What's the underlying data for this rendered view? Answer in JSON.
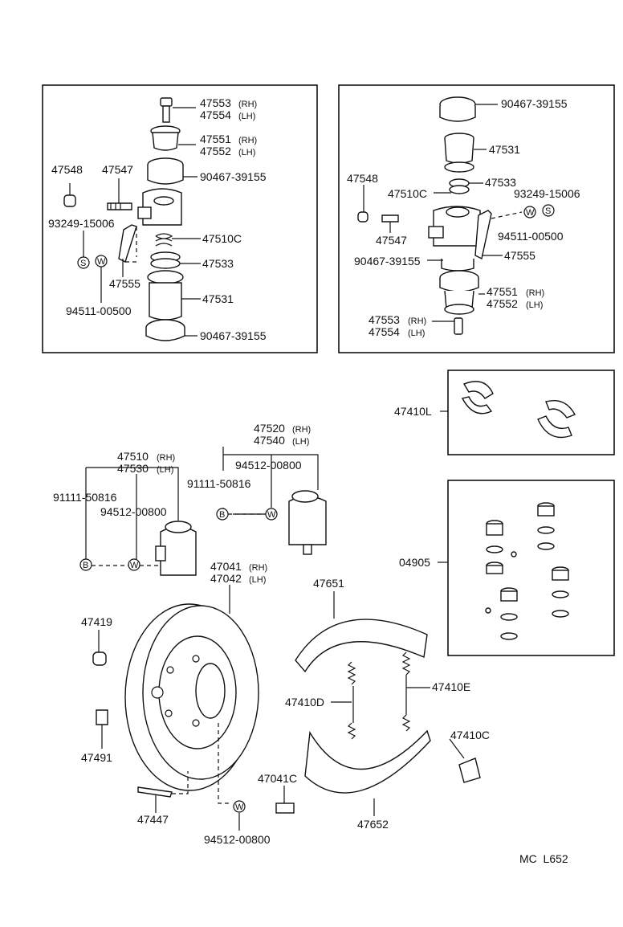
{
  "diagram_id": "MC  L652",
  "upper_left": {
    "p47553": "47553",
    "p47553_side": "(RH)",
    "p47554": "47554",
    "p47554_side": "(LH)",
    "p47551": "47551",
    "p47551_side": "(RH)",
    "p47552": "47552",
    "p47552_side": "(LH)",
    "p47548": "47548",
    "p47547": "47547",
    "p90467_top": "90467-39155",
    "p93249": "93249-15006",
    "s_symbol": "S",
    "w_symbol": "W",
    "p47510C": "47510C",
    "p47533": "47533",
    "p47555": "47555",
    "p94511": "94511-00500",
    "p47531": "47531",
    "p90467_bottom": "90467-39155"
  },
  "upper_right": {
    "p90467_top": "90467-39155",
    "p47531": "47531",
    "p47548": "47548",
    "p47533": "47533",
    "p47510C": "47510C",
    "p93249": "93249-15006",
    "w_symbol": "W",
    "s_symbol": "S",
    "p47547": "47547",
    "p94511": "94511-00500",
    "p90467_mid": "90467-39155",
    "p47555": "47555",
    "p47551": "47551",
    "p47551_side": "(RH)",
    "p47552": "47552",
    "p47552_side": "(LH)",
    "p47553": "47553",
    "p47553_side": "(RH)",
    "p47554": "47554",
    "p47554_side": "(LH)"
  },
  "kits": {
    "p47410L": "47410L",
    "p04905": "04905"
  },
  "lower": {
    "p47520": "47520",
    "p47520_side": "(RH)",
    "p47540": "47540",
    "p47540_side": "(LH)",
    "p47510": "47510",
    "p47510_side": "(RH)",
    "p47530": "47530",
    "p47530_side": "(LH)",
    "p91111_right": "91111-50816",
    "p94512_right": "94512-00800",
    "p91111_left": "91111-50816",
    "p94512_left": "94512-00800",
    "b_symbol": "B",
    "w_symbol": "W",
    "p47041": "47041",
    "p47041_side": "(RH)",
    "p47042": "47042",
    "p47042_side": "(LH)",
    "p47651": "47651",
    "p47419": "47419",
    "p47410E": "47410E",
    "p47410D": "47410D",
    "p47491": "47491",
    "p47410C": "47410C",
    "p47041C": "47041C",
    "p47447": "47447",
    "p47652": "47652",
    "p94512_bottom": "94512-00800"
  }
}
